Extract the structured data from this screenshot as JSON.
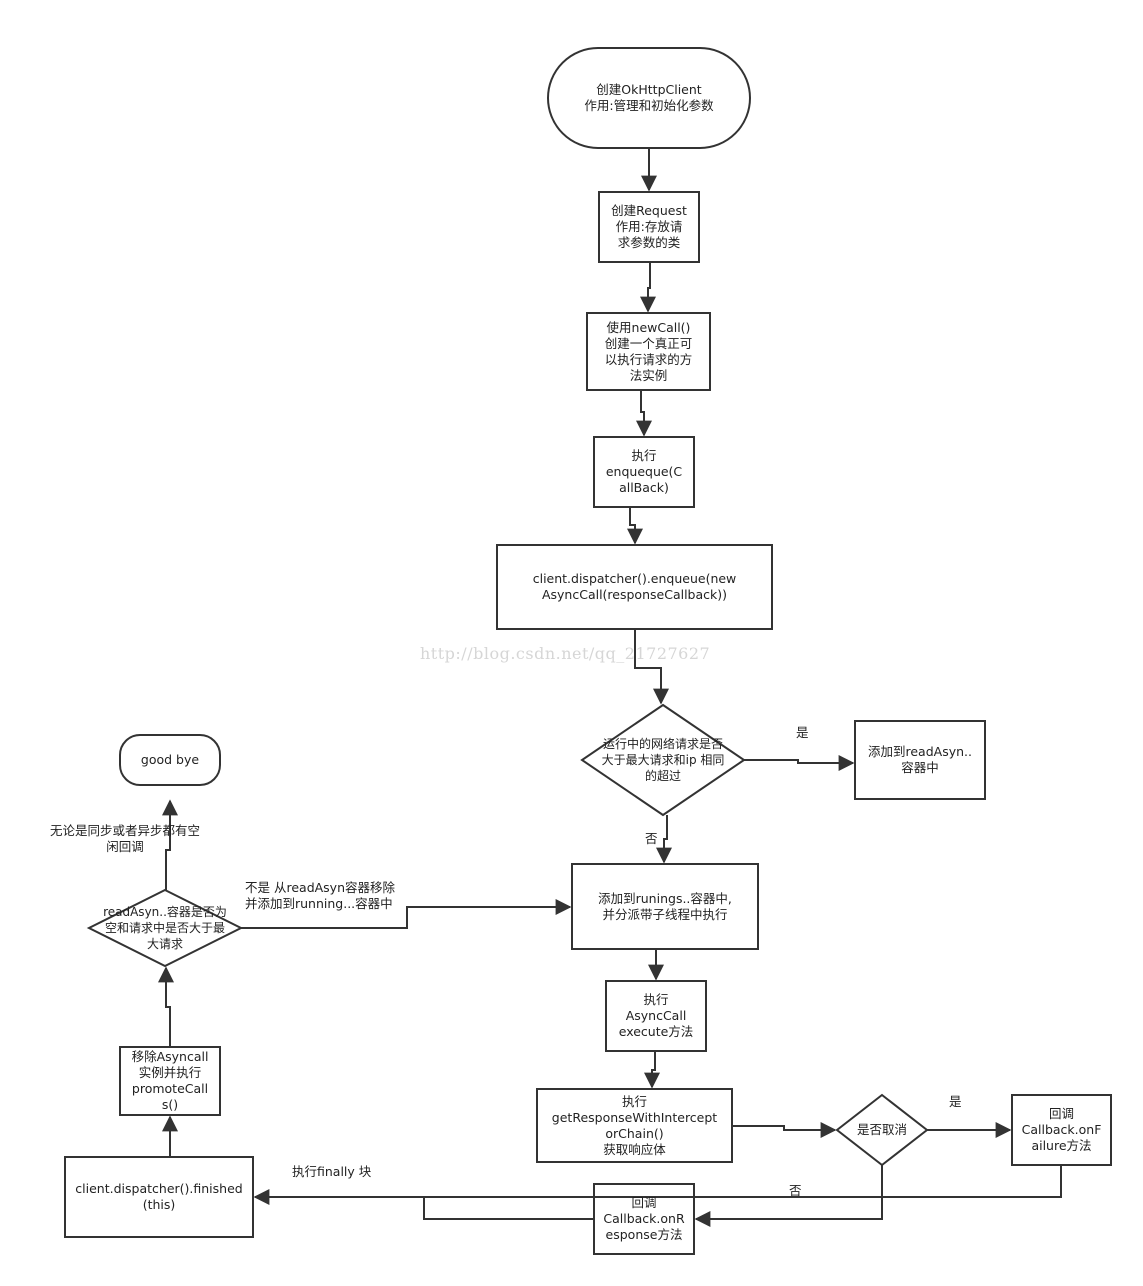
{
  "watermark": "http://blog.csdn.net/qq_21727627",
  "colors": {
    "stroke": "#333333",
    "background": "#ffffff",
    "text": "#222222",
    "watermark": "#d6d6d6"
  },
  "nodes": {
    "create_client": "创建OkHttpClient\n作用:管理和初始化参数",
    "create_request": "创建Request\n作用:存放请\n求参数的类",
    "new_call": "使用newCall()\n创建一个真正可\n以执行请求的方\n法实例",
    "enqueue_callback": "执行\nenqueque(C\nallBack)",
    "dispatcher_enqueue": "client.dispatcher().enqueue(new\nAsyncCall(responseCallback))",
    "max_requests_decision": "运行中的网络请求是否\n大于最大请求和ip 相同\n的超过",
    "add_ready_async": "添加到readAsyn..\n容器中",
    "add_runnings": "添加到runings..容器中,\n并分派带子线程中执行",
    "execute_asynccall": "执行\nAsyncCall\nexecute方法",
    "get_response": "执行\ngetResponseWithIntercept\norChain()\n获取响应体",
    "is_canceled": "是否取消",
    "callback_failure": "回调\nCallback.onF\nailure方法",
    "callback_response": "回调\nCallback.onR\nesponse方法",
    "dispatcher_finished": "client.dispatcher().finished\n(this)",
    "remove_asynccall": "移除Asyncall\n实例并执行\npromoteCall\ns()",
    "ready_async_decision": "readAsyn..容器是否为\n空和请求中是否大于最\n大请求",
    "good_bye": "good bye"
  },
  "edge_labels": {
    "yes_ready": "是",
    "no_runnings": "否",
    "yes_cancel": "是",
    "no_cancel": "否",
    "finally_block": "执行finally 块",
    "not_empty_move": "不是 从readAsyn容器移除\n并添加到running...容器中",
    "idle_callback": "无论是同步或者异步都有空\n闲回调"
  }
}
